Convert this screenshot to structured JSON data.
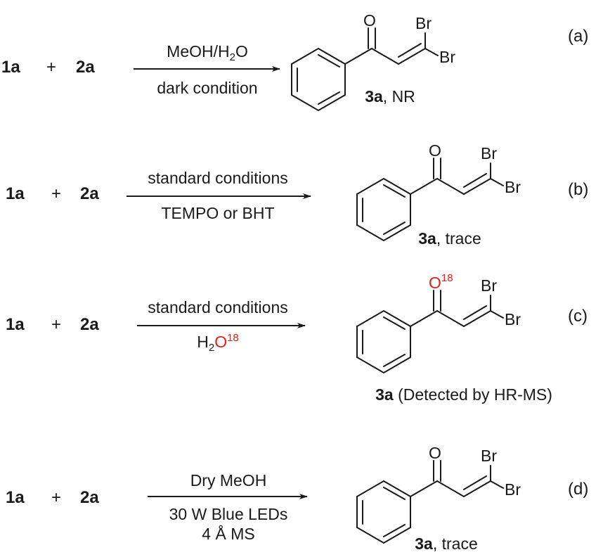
{
  "scheme": {
    "reactions": [
      {
        "tag": "(a)",
        "reactant1": "1a",
        "plus": "+",
        "reactant2": "2a",
        "cond_top_pre": "MeOH/H",
        "cond_top_sub": "2",
        "cond_top_post": "O",
        "cond_bottom": "dark condition",
        "product_bold": "3a",
        "product_rest": ", NR",
        "atom_o": "O",
        "atom_br1": "Br",
        "atom_br2": "Br"
      },
      {
        "tag": "(b)",
        "reactant1": "1a",
        "plus": "+",
        "reactant2": "2a",
        "cond_top": "standard conditions",
        "cond_bottom": "TEMPO or BHT",
        "product_bold": "3a",
        "product_rest": ", trace",
        "atom_o": "O",
        "atom_br1": "Br",
        "atom_br2": "Br"
      },
      {
        "tag": "(c)",
        "reactant1": "1a",
        "plus": "+",
        "reactant2": "2a",
        "cond_top": "standard conditions",
        "cond_bottom_h": "H",
        "cond_bottom_sub": "2",
        "cond_bottom_o": "O",
        "cond_bottom_sup": "18",
        "product_bold": "3a",
        "product_rest": " (Detected by HR-MS)",
        "atom_o": "O",
        "atom_o_sup": "18",
        "atom_br1": "Br",
        "atom_br2": "Br"
      },
      {
        "tag": "(d)",
        "reactant1": "1a",
        "plus": "+",
        "reactant2": "2a",
        "cond_top": "Dry MeOH",
        "cond_bottom1": "30 W Blue LEDs",
        "cond_bottom2": "4 Å MS",
        "product_bold": "3a",
        "product_rest": ", trace",
        "atom_o": "O",
        "atom_br1": "Br",
        "atom_br2": "Br"
      }
    ]
  },
  "colors": {
    "text": "#1a1a1a",
    "isotope_label": "#e0201b"
  }
}
